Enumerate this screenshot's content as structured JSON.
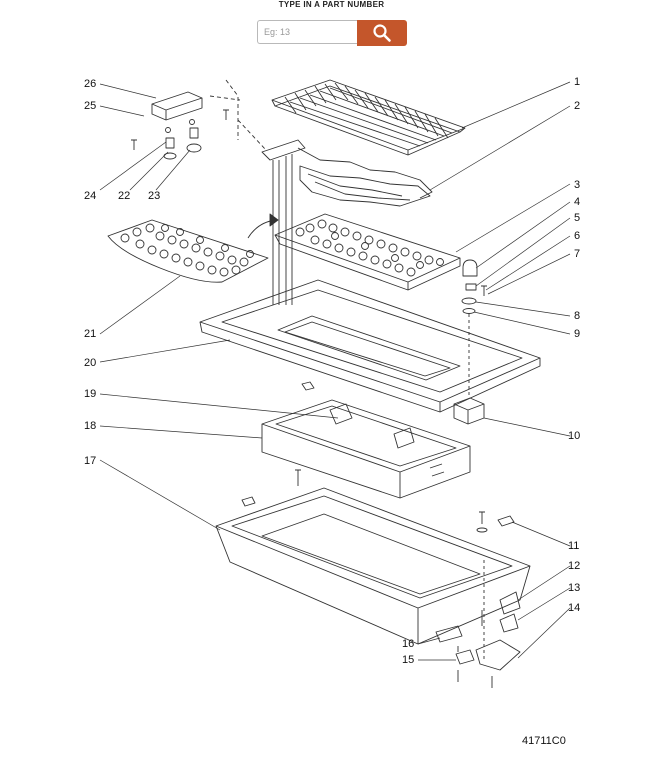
{
  "search": {
    "title": "TYPE IN A PART NUMBER",
    "placeholder": "Eg: 13",
    "value": "",
    "button_icon": "search-icon",
    "accent_color": "#c4562b"
  },
  "diagram": {
    "drawing_code": "41711C0",
    "callouts": [
      "1",
      "2",
      "3",
      "4",
      "5",
      "6",
      "7",
      "8",
      "9",
      "10",
      "11",
      "12",
      "13",
      "14",
      "15",
      "16",
      "17",
      "18",
      "19",
      "20",
      "21",
      "22",
      "23",
      "24",
      "25",
      "26"
    ]
  }
}
